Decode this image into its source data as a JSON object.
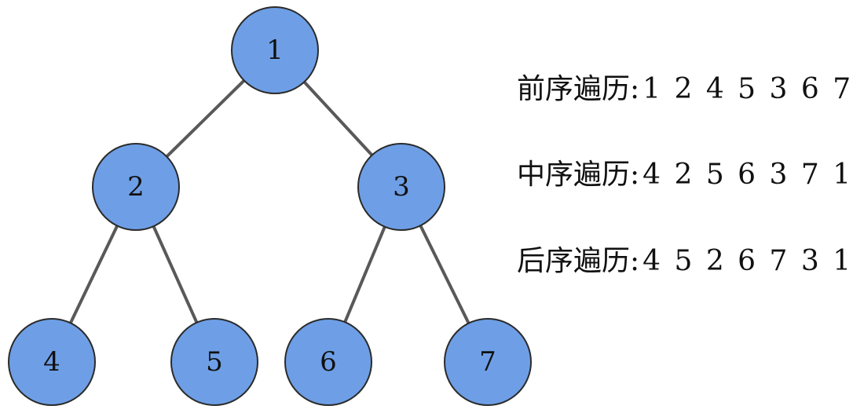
{
  "tree": {
    "nodes": [
      {
        "id": "1",
        "label": "1"
      },
      {
        "id": "2",
        "label": "2"
      },
      {
        "id": "3",
        "label": "3"
      },
      {
        "id": "4",
        "label": "4"
      },
      {
        "id": "5",
        "label": "5"
      },
      {
        "id": "6",
        "label": "6"
      },
      {
        "id": "7",
        "label": "7"
      }
    ],
    "edges": [
      {
        "from": "1",
        "to": "2"
      },
      {
        "from": "1",
        "to": "3"
      },
      {
        "from": "2",
        "to": "4"
      },
      {
        "from": "2",
        "to": "5"
      },
      {
        "from": "3",
        "to": "6"
      },
      {
        "from": "3",
        "to": "7"
      }
    ],
    "colors": {
      "node_fill": "#6e9fe6",
      "node_stroke": "#2b2b2b",
      "edge": "#595959"
    }
  },
  "traversals": {
    "preorder": {
      "label": "前序遍历:",
      "sequence": "1 2 4 5 3 6 7"
    },
    "inorder": {
      "label": "中序遍历:",
      "sequence": "4 2 5 6 3 7 1"
    },
    "postorder": {
      "label": "后序遍历:",
      "sequence": "4 5 2 6 7 3 1"
    }
  }
}
